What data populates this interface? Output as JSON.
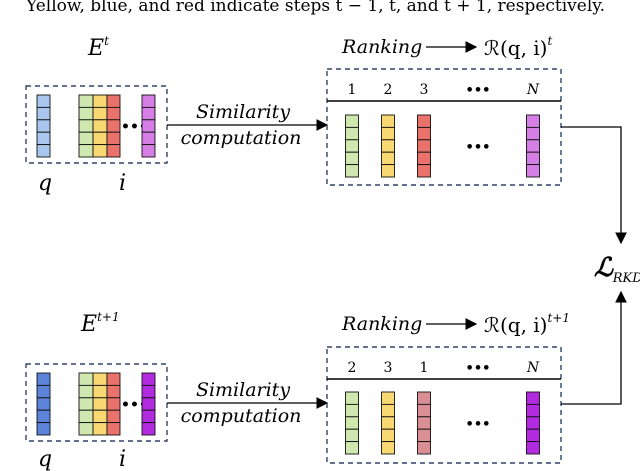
{
  "caption": "Yellow, blue, and red indicate steps t − 1, t, and t + 1, respectively.",
  "colors": {
    "green": "#cfe8b0",
    "yellow": "#f7d873",
    "red": "#e9736a",
    "red_soft": "#d98f94",
    "violet": "#d57fe6",
    "violet_strong": "#b32be0",
    "blue_light": "#a9c7ee",
    "blue_strong": "#5b83d9",
    "dash": "#32436b"
  },
  "panels": [
    {
      "embedding_label": "E",
      "embedding_sup": "t",
      "q_label": "q",
      "i_label": "i",
      "similarity_line1": "Similarity",
      "similarity_line2": "computation",
      "ranking_label": "Ranking",
      "ranking_output": "ℛ(q, i)",
      "ranking_output_sup": "t",
      "rank_headers": [
        "1",
        "2",
        "3",
        "•••",
        "N"
      ],
      "ellipsis": "•••"
    },
    {
      "embedding_label": "E",
      "embedding_sup": "t+1",
      "q_label": "q",
      "i_label": "i",
      "similarity_line1": "Similarity",
      "similarity_line2": "computation",
      "ranking_label": "Ranking",
      "ranking_output": "ℛ(q, i)",
      "ranking_output_sup": "t+1",
      "rank_headers": [
        "2",
        "3",
        "1",
        "•••",
        "N"
      ],
      "ellipsis": "•••"
    }
  ],
  "loss": {
    "symbol": "ℒ",
    "subscript": "RKD"
  }
}
